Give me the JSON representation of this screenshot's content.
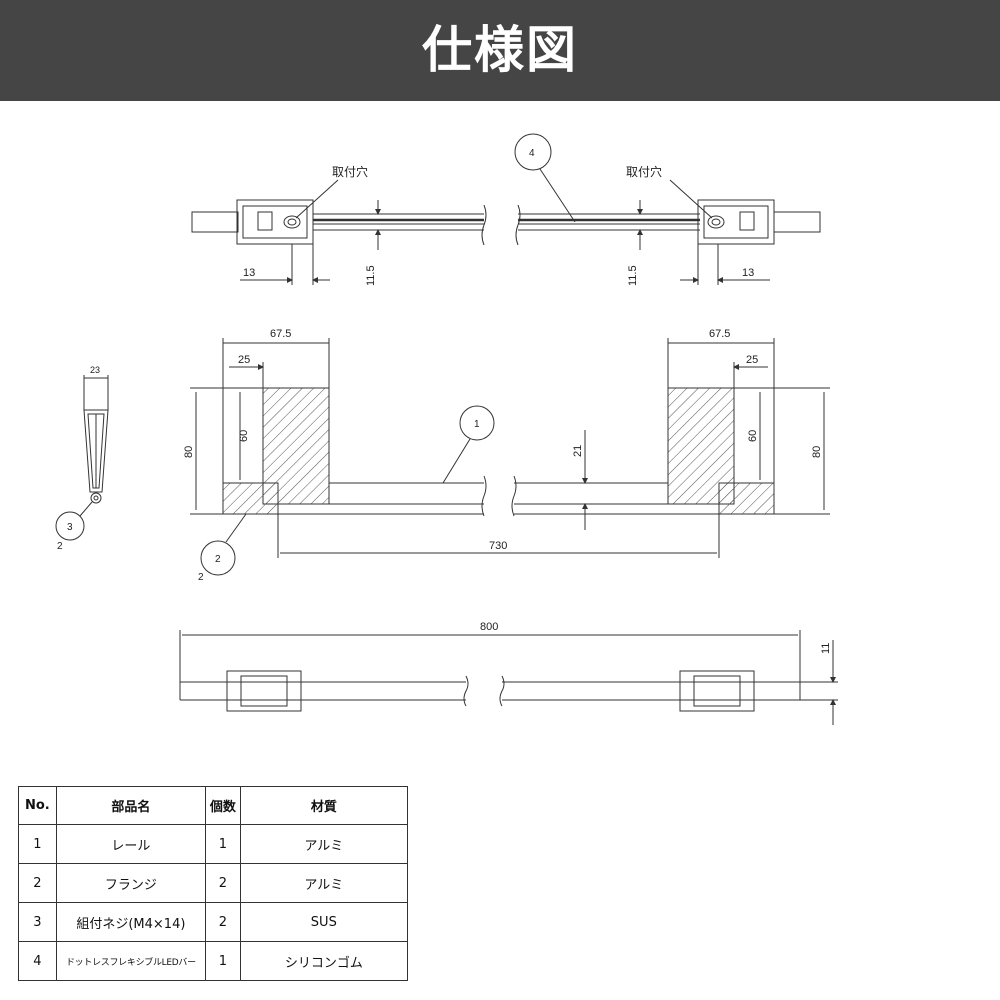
{
  "header": {
    "title": "仕様図"
  },
  "labels": {
    "mount_hole_left": "取付穴",
    "mount_hole_right": "取付穴"
  },
  "balloons": {
    "b1": "1",
    "b2": "2",
    "b3": "3",
    "b4": "4",
    "b2_extra": "2",
    "b3_extra": "2"
  },
  "dimensions": {
    "top_13_left": "13",
    "top_11_5_left": "11.5",
    "top_11_5_right": "11.5",
    "top_13_right": "13",
    "mid_67_5_left": "67.5",
    "mid_25_left": "25",
    "mid_80_left": "80",
    "mid_60_left": "60",
    "mid_67_5_right": "67.5",
    "mid_25_right": "25",
    "mid_80_right": "80",
    "mid_60_right": "60",
    "mid_21": "21",
    "mid_730": "730",
    "side_23": "23",
    "bottom_800": "800",
    "bottom_11": "11"
  },
  "parts_table": {
    "headers": {
      "no": "No.",
      "name": "部品名",
      "qty": "個数",
      "material": "材質"
    },
    "rows": [
      {
        "no": "1",
        "name": "レール",
        "qty": "1",
        "material": "アルミ"
      },
      {
        "no": "2",
        "name": "フランジ",
        "qty": "2",
        "material": "アルミ"
      },
      {
        "no": "3",
        "name": "組付ネジ(M4×14)",
        "qty": "2",
        "material": "SUS"
      },
      {
        "no": "4",
        "name": "ドットレスフレキシブルLEDバー",
        "qty": "1",
        "material": "シリコンゴム"
      }
    ]
  }
}
